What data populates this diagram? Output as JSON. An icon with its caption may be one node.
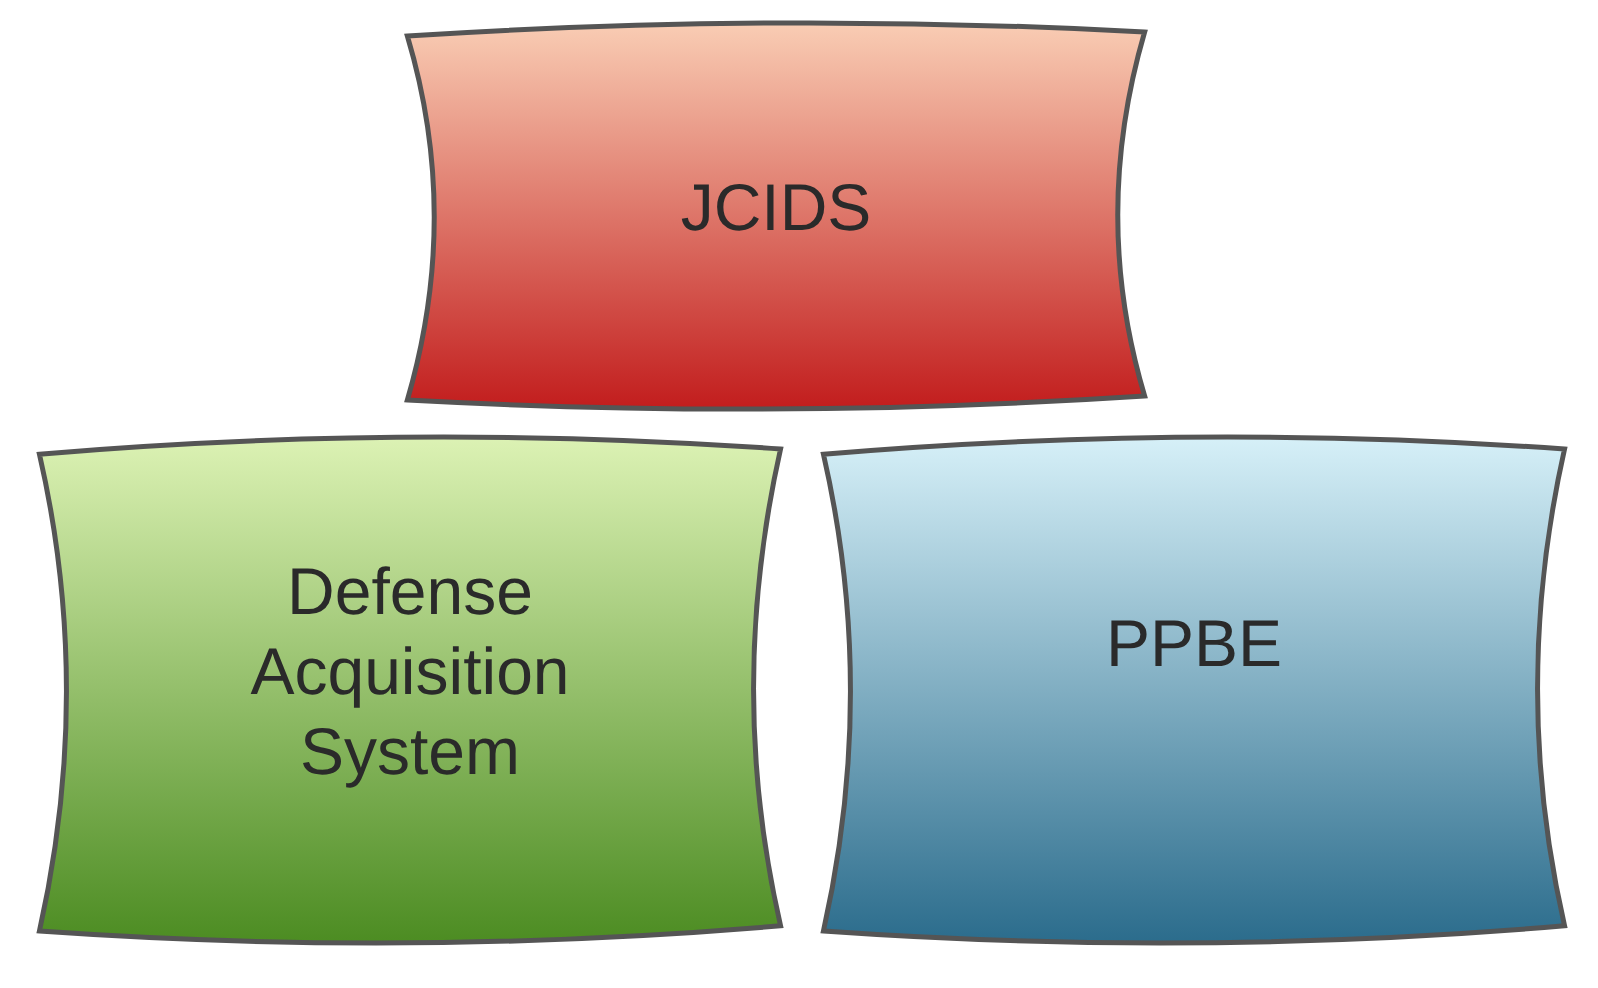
{
  "diagram": {
    "nodes": [
      {
        "text": [
          "JCIDS"
        ]
      },
      {
        "text": [
          "Defense Acquisition System"
        ]
      },
      {
        "text": [
          "PPBE"
        ]
      }
    ]
  }
}
